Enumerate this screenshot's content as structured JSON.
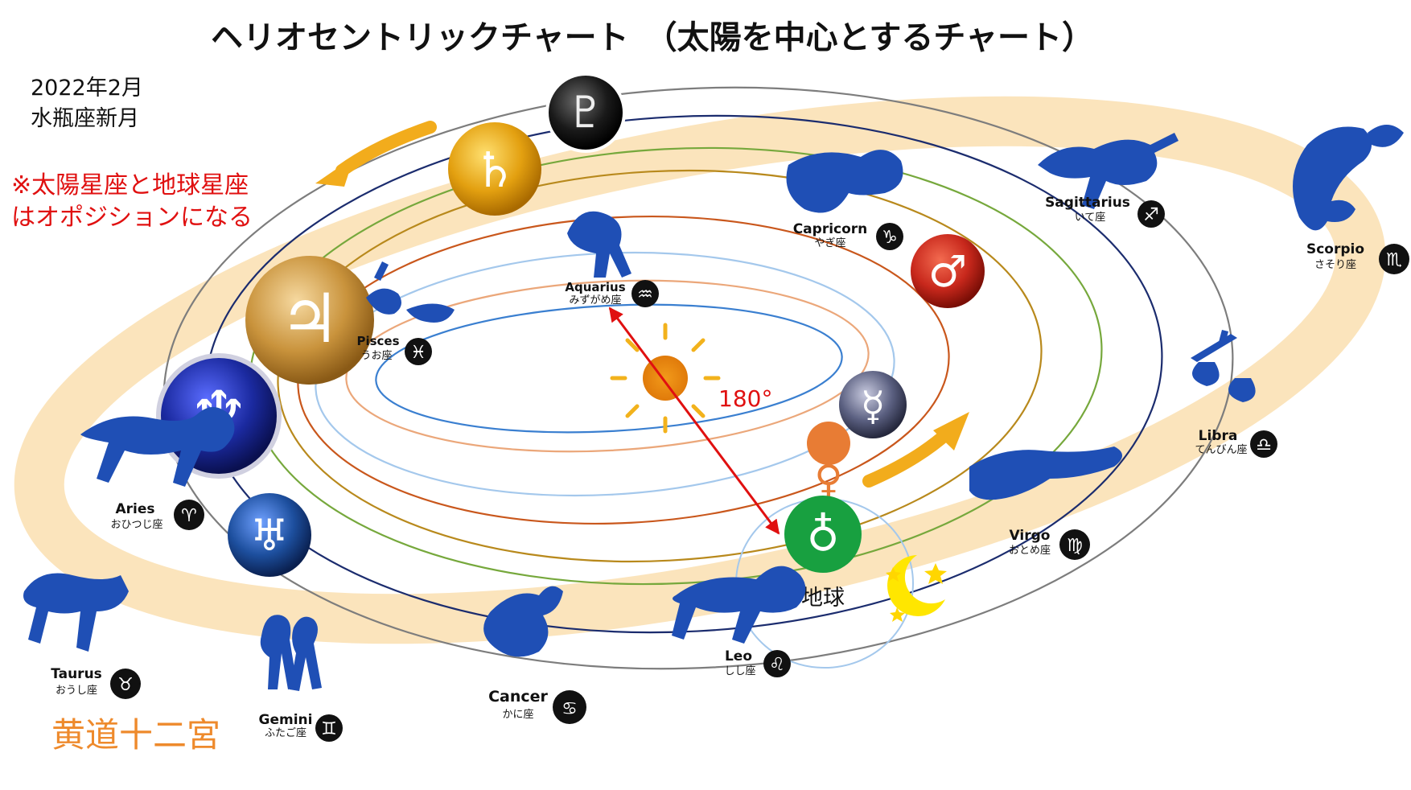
{
  "title": "ヘリオセントリックチャート　（太陽を中心とするチャート）",
  "date_line1": "2022年2月",
  "date_line2": "水瓶座新月",
  "note_line1": "※太陽星座と地球星座",
  "note_line2": "はオポジションになる",
  "zodiac_band_label": "黄道十二宮",
  "angle_label": "180°",
  "earth_label": "地球",
  "colors": {
    "zodiac_band": "#fbe3b8",
    "arrow": "#f2ac1c",
    "connector": "#e01010",
    "constellation": "#1f4fb5"
  },
  "signs": {
    "aries": {
      "en": "Aries",
      "jp": "おひつじ座",
      "glyph": "♈"
    },
    "taurus": {
      "en": "Taurus",
      "jp": "おうし座",
      "glyph": "♉"
    },
    "gemini": {
      "en": "Gemini",
      "jp": "ふたご座",
      "glyph": "♊"
    },
    "cancer": {
      "en": "Cancer",
      "jp": "かに座",
      "glyph": "♋"
    },
    "leo": {
      "en": "Leo",
      "jp": "しし座",
      "glyph": "♌"
    },
    "virgo": {
      "en": "Virgo",
      "jp": "おとめ座",
      "glyph": "♍"
    },
    "libra": {
      "en": "Libra",
      "jp": "てんびん座",
      "glyph": "♎"
    },
    "scorpio": {
      "en": "Scorpio",
      "jp": "さそり座",
      "glyph": "♏"
    },
    "sagittarius": {
      "en": "Sagittarius",
      "jp": "いて座",
      "glyph": "♐"
    },
    "capricorn": {
      "en": "Capricorn",
      "jp": "やぎ座",
      "glyph": "♑"
    },
    "aquarius": {
      "en": "Aquarius",
      "jp": "みずがめ座",
      "glyph": "♒"
    },
    "pisces": {
      "en": "Pisces",
      "jp": "うお座",
      "glyph": "♓"
    }
  },
  "planets": {
    "pluto": {
      "glyph": "♇",
      "color": "#222222"
    },
    "saturn": {
      "glyph": "♄",
      "color": "#e0a418"
    },
    "jupiter": {
      "glyph": "♃",
      "color": "#d09838"
    },
    "neptune": {
      "glyph": "♆",
      "color": "#1c2a9a"
    },
    "uranus": {
      "glyph": "♅",
      "color": "#1d4f9e"
    },
    "mars": {
      "glyph": "♂",
      "color": "#c8281c"
    },
    "mercury": {
      "glyph": "☿",
      "color": "#4a4f6e"
    },
    "venus": {
      "glyph": "♀",
      "color": "#ea8030"
    },
    "earth": {
      "glyph": "♁",
      "color": "#18a040"
    }
  }
}
